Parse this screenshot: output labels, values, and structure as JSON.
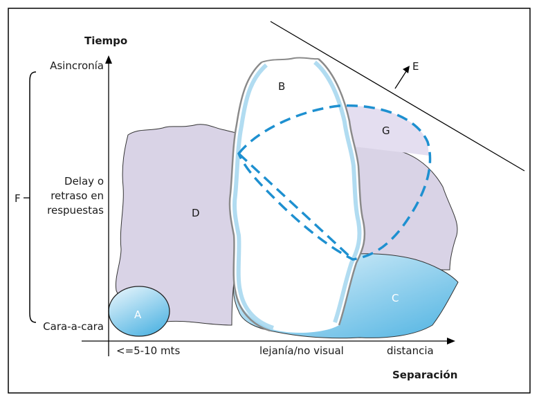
{
  "axes": {
    "y_title": "Tiempo",
    "x_title": "Separación",
    "y_top": "Asincronía",
    "y_mid": [
      "Delay o",
      "retraso en",
      "respuestas"
    ],
    "y_bottom": "Cara-a-cara",
    "x_left": "<=5-10 mts",
    "x_mid": "lejanía/no visual",
    "x_right": "distancia"
  },
  "regions": {
    "a": "A",
    "b": "B",
    "c": "C",
    "d": "D",
    "e": "E",
    "f": "F",
    "g": "G"
  },
  "colors": {
    "region_d_fill": "#d9d3e6",
    "region_c_fill": "#5bbde6",
    "dashed_ellipse": "#1e90d0",
    "b_stroke": "#8a8a8a",
    "b_inner": "#a8d8f0"
  }
}
